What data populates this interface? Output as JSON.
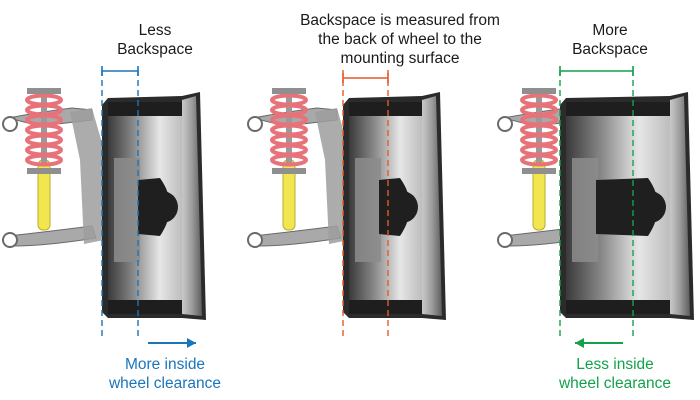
{
  "panels": [
    {
      "id": "less",
      "caption": [
        "Less",
        "Backspace"
      ],
      "note": [
        "More inside",
        "wheel clearance"
      ]
    },
    {
      "id": "measure",
      "caption": [
        "Backspace is measured from",
        "the back of wheel to the",
        "mounting surface"
      ]
    },
    {
      "id": "more",
      "caption": [
        "More",
        "Backspace"
      ],
      "note": [
        "Less inside",
        "wheel clearance"
      ]
    }
  ],
  "colors": {
    "less": "#1b75bb",
    "measure": "#e8572a",
    "more": "#14a14b",
    "spring": "#e8727a",
    "shock": "#f2e650",
    "tire": "#2b2b2b",
    "hub": "#1f1f1f"
  }
}
